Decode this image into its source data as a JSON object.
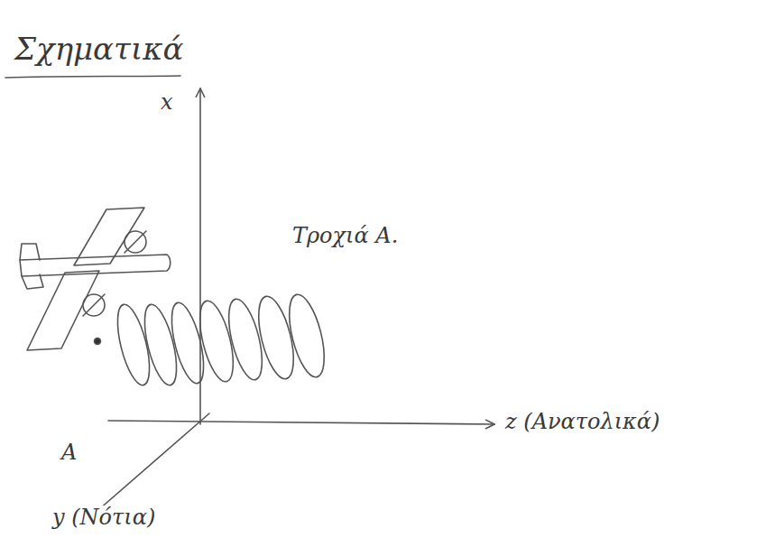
{
  "diagram": {
    "title": "Σχηματικά",
    "labels": [
      "x",
      "Τροχιά A.",
      "z (Ανατολικά)",
      "A",
      "y (Νότια)"
    ]
  }
}
